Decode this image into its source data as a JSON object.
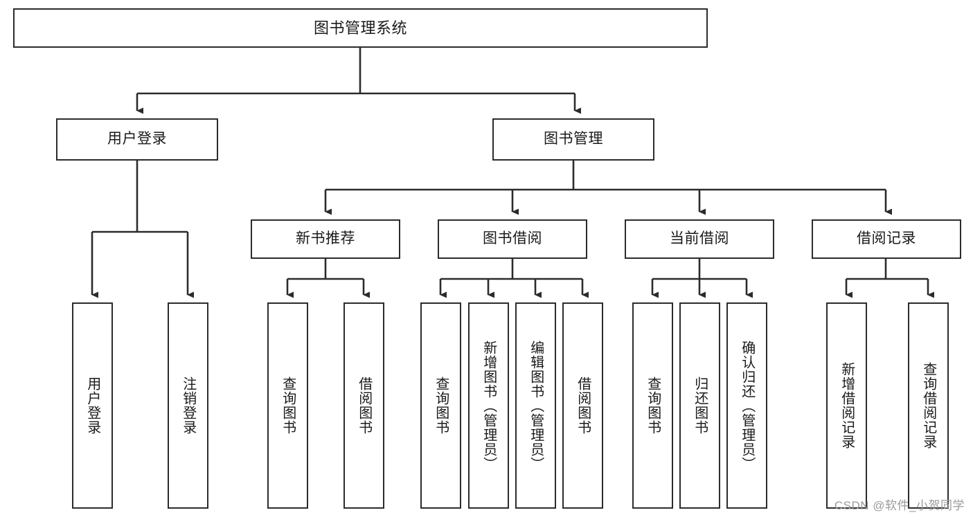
{
  "diagram": {
    "title": "图书管理系统",
    "watermark": "CSDN @软件_小贺同学",
    "colors": {
      "box_border": "#2b2b2b",
      "box_fill": "#ffffff",
      "edge": "#2b2b2b",
      "background": "#ffffff",
      "watermark": "#9a9a9a"
    },
    "root": {
      "label": "图书管理系统"
    },
    "level2": [
      {
        "id": "user-login",
        "label": "用户登录"
      },
      {
        "id": "book-management",
        "label": "图书管理"
      }
    ],
    "level3": [
      {
        "id": "new-book-recommend",
        "label": "新书推荐"
      },
      {
        "id": "book-borrow",
        "label": "图书借阅"
      },
      {
        "id": "current-borrow",
        "label": "当前借阅"
      },
      {
        "id": "borrow-record",
        "label": "借阅记录"
      }
    ],
    "leaves": {
      "user_login": [
        {
          "id": "leaf-user-login",
          "label": "用户登录"
        },
        {
          "id": "leaf-logout",
          "label": "注销登录"
        }
      ],
      "new_book_recommend": [
        {
          "id": "leaf-query-book-1",
          "label": "查询图书"
        },
        {
          "id": "leaf-borrow-book-1",
          "label": "借阅图书"
        }
      ],
      "book_borrow": [
        {
          "id": "leaf-query-book-2",
          "label": "查询图书"
        },
        {
          "id": "leaf-add-book",
          "label": "新增图书（管理员）"
        },
        {
          "id": "leaf-edit-book",
          "label": "编辑图书（管理员）"
        },
        {
          "id": "leaf-borrow-book-2",
          "label": "借阅图书"
        }
      ],
      "current_borrow": [
        {
          "id": "leaf-query-book-3",
          "label": "查询图书"
        },
        {
          "id": "leaf-return-book",
          "label": "归还图书"
        },
        {
          "id": "leaf-confirm-return",
          "label": "确认归还（管理员）"
        }
      ],
      "borrow_record": [
        {
          "id": "leaf-add-record",
          "label": "新增借阅记录"
        },
        {
          "id": "leaf-query-record",
          "label": "查询借阅记录"
        }
      ]
    }
  }
}
